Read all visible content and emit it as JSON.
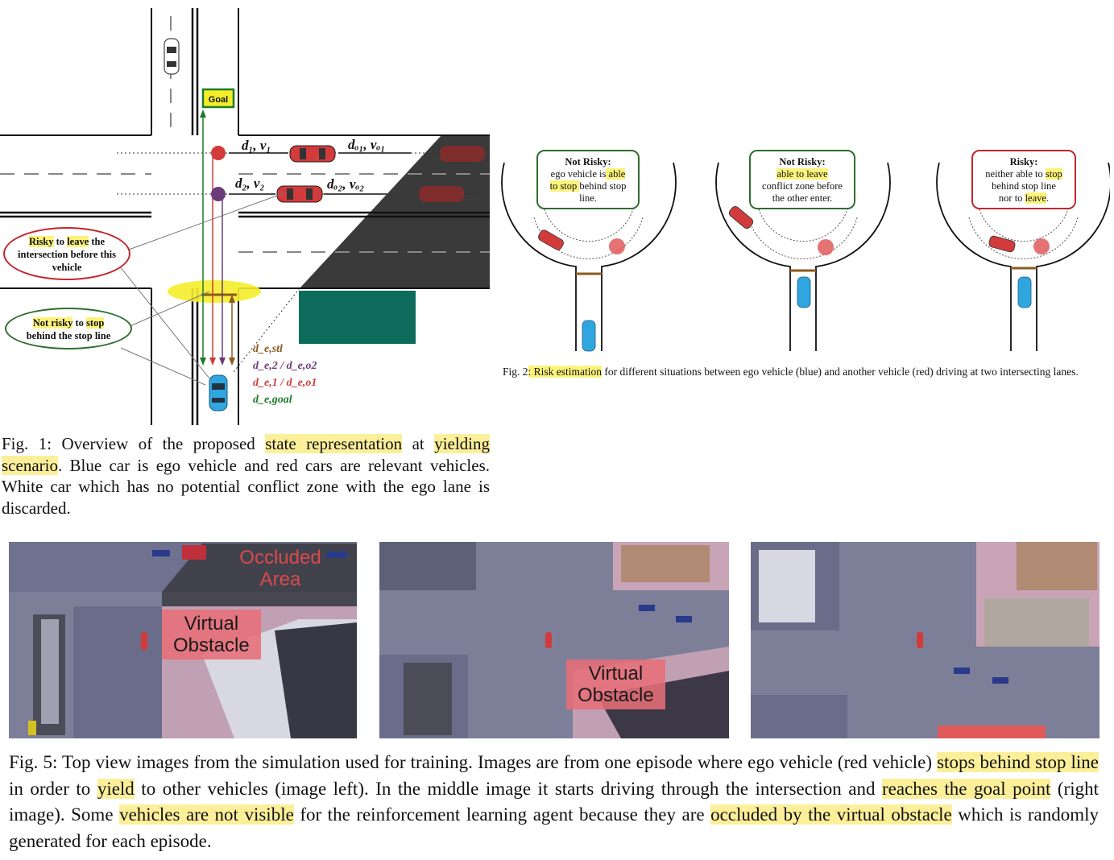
{
  "fig1": {
    "goal_label": "Goal",
    "d1v1": "d₁, v₁",
    "d2v2": "d₂, v₂",
    "do1vo1": "dₒ₁, vₒ₁",
    "do2vo2": "dₒ₂, vₒ₂",
    "risky_bubble": {
      "parts": [
        "Risky",
        " to ",
        "leave",
        " the",
        "intersection before this",
        "vehicle"
      ]
    },
    "notrisky_bubble": {
      "parts": [
        "Not risky",
        " to ",
        "stop",
        "behind the stop line"
      ]
    },
    "dist_labels": [
      {
        "text": "d_e,stl",
        "color": "#8a5a1f"
      },
      {
        "text": "d_e,2 / d_e,o2",
        "color": "#6a3d7a"
      },
      {
        "text": "d_e,1 / d_e,o1",
        "color": "#d23b3b"
      },
      {
        "text": "d_e,goal",
        "color": "#1f7a2a"
      }
    ],
    "caption": {
      "prefix": "Fig. 1: Overview of the proposed ",
      "hl1": "state representation",
      "mid1": " at ",
      "hl2": "yielding scenario",
      "rest": ". Blue car is ego vehicle and red cars are relevant vehicles. White car which has no potential conflict zone with the ego lane is discarded."
    }
  },
  "fig2": {
    "panels": [
      {
        "title": "Not Risky:",
        "l1a": "ego vehicle is",
        "l1hl": " able",
        "l2hl": "to stop ",
        "l2b": "behind stop",
        "l3": "line.",
        "border": "#2f6e2f"
      },
      {
        "title": "Not Risky:",
        "l1hl": "able to leave",
        "l2": "conflict zone before",
        "l3": "the other enter.",
        "border": "#2f6e2f"
      },
      {
        "title": "Risky:",
        "l1a": "neither able to ",
        "l1hl": "stop",
        "l2": "behind stop line",
        "l3a": "nor to ",
        "l3hl": "leave",
        "l3b": ".",
        "border": "#c0272d"
      }
    ],
    "caption": {
      "prefix": "Fig. 2",
      "hl": ": Risk estimation",
      "rest": " for different situations between ego vehicle (blue) and another vehicle (red) driving at two intersecting lanes."
    }
  },
  "fig5": {
    "occluded_label_1": "Occluded",
    "occluded_label_2": "Area",
    "virtual_obstacle_1": "Virtual",
    "virtual_obstacle_2": "Obstacle",
    "caption": {
      "p1": "Fig. 5: Top view images from the simulation used for training. Images are from one episode where ego vehicle (red vehicle) ",
      "h1": "stops behind stop line",
      "p2": " in order to ",
      "h2": "yield",
      "p3": " to other vehicles (image left). In the middle image it starts driving through the intersection and ",
      "h3": "reaches the goal point",
      "p4": " (right image). Some ",
      "h4": "vehicles are not visible",
      "p5": " for the reinforcement learning agent because they are ",
      "h5": "occluded by the virtual obstacle",
      "p6": " which is randomly generated for each episode."
    }
  }
}
